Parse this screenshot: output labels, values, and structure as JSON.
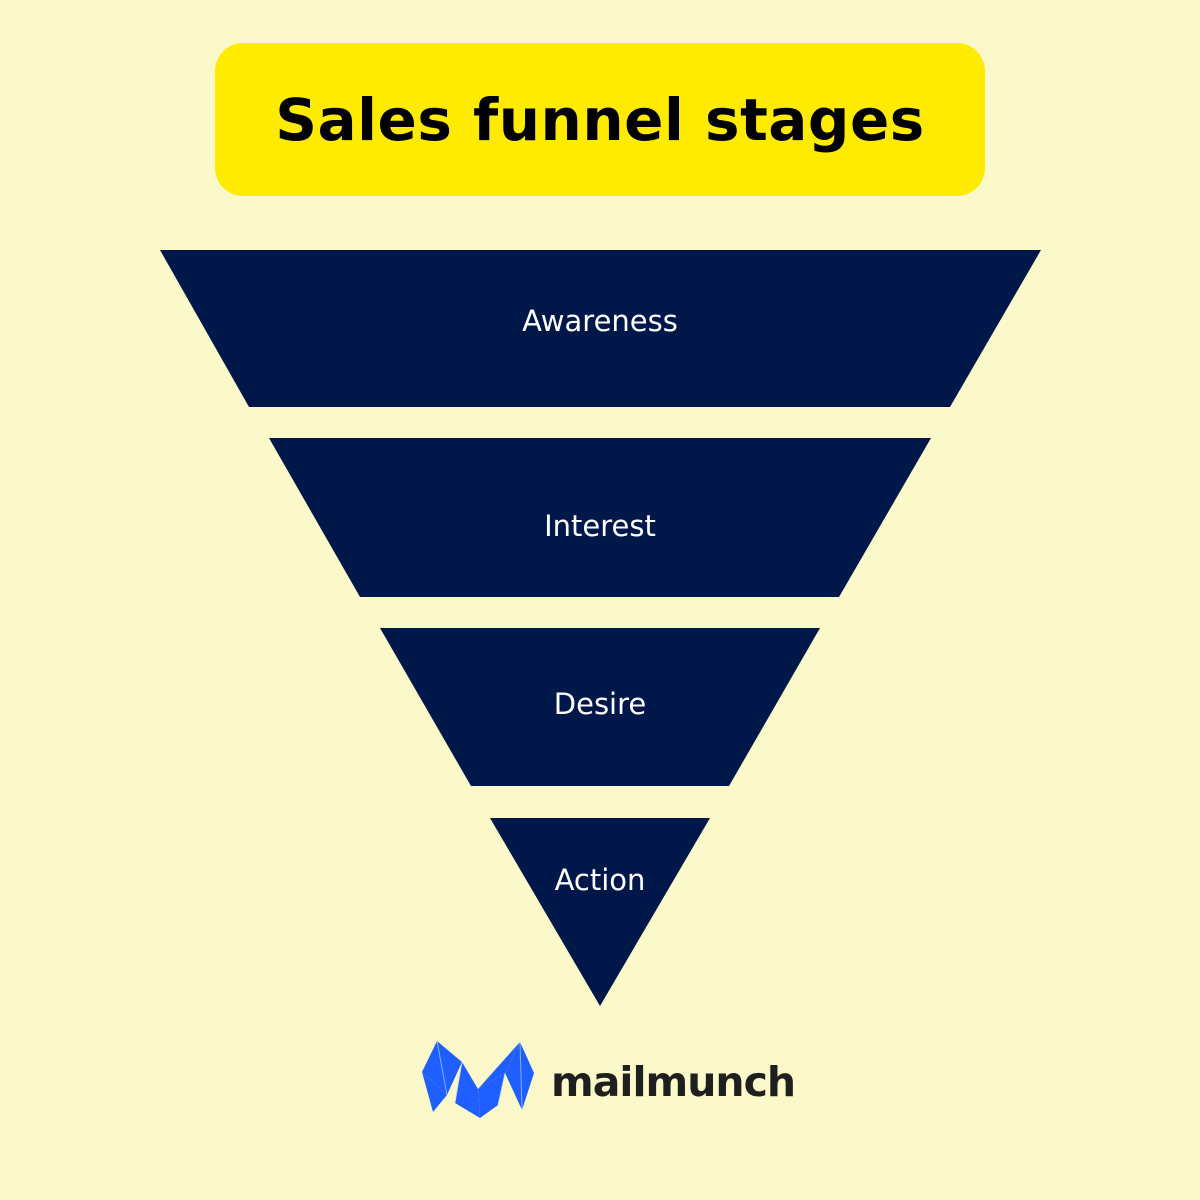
{
  "title": "Sales funnel stages",
  "stages": [
    {
      "label": "Awareness"
    },
    {
      "label": "Interest"
    },
    {
      "label": "Desire"
    },
    {
      "label": "Action"
    }
  ],
  "brand": {
    "name": "mailmunch",
    "logo_icon": "mailmunch-m-logo-icon"
  },
  "colors": {
    "background": "#fbf8ca",
    "title_box": "#ffeb00",
    "funnel": "#00174a",
    "logo": "#1f5fff",
    "brand_text": "#1f1f1f"
  }
}
